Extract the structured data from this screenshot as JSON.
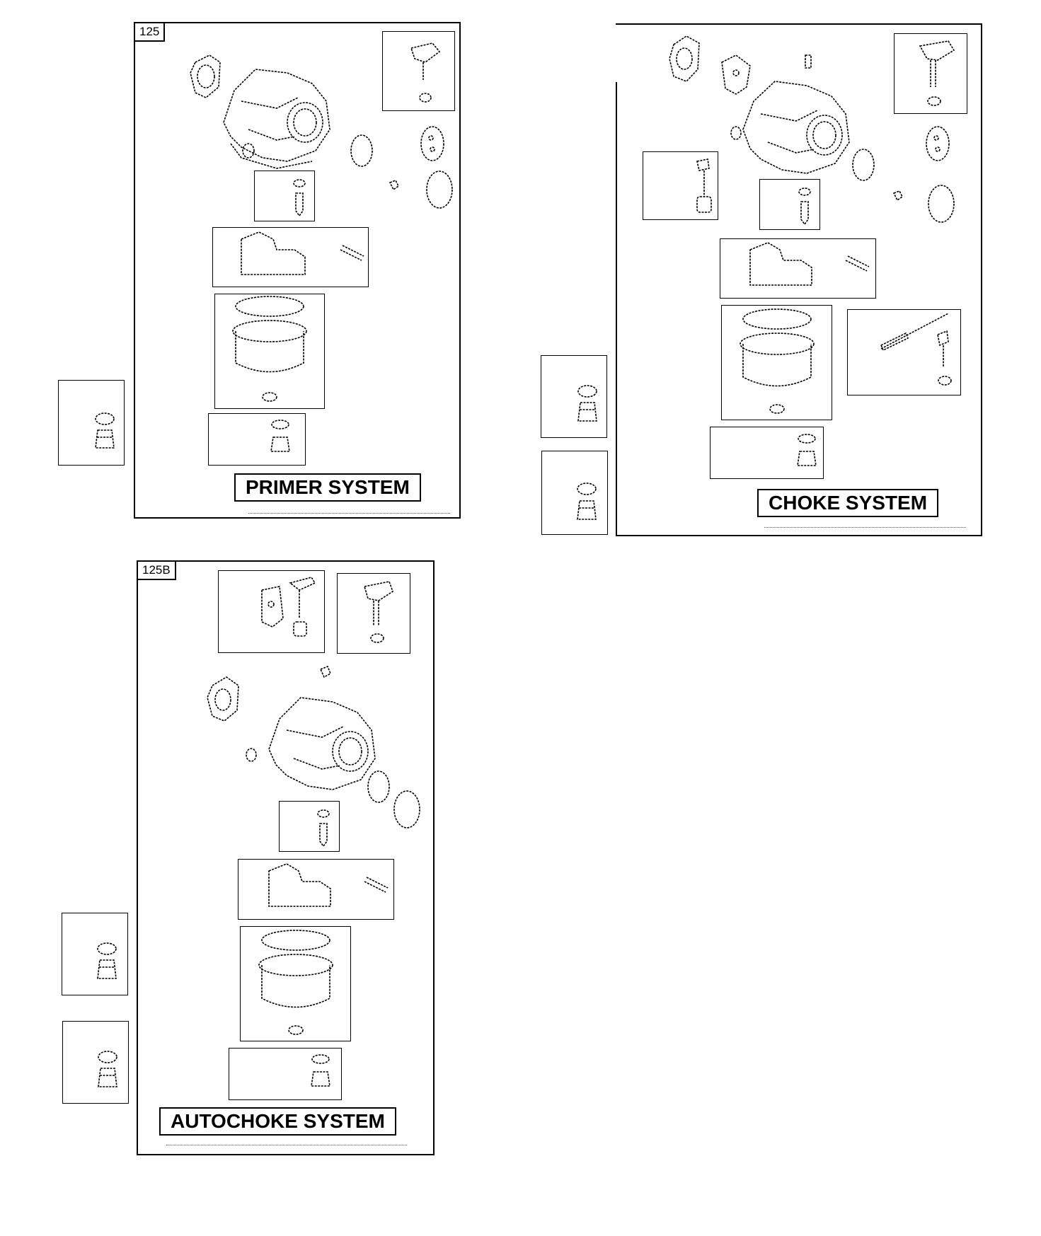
{
  "diagrams": [
    {
      "id": "primer",
      "ref": "125",
      "title": "PRIMER SYSTEM"
    },
    {
      "id": "choke",
      "ref": "",
      "title": "CHOKE SYSTEM"
    },
    {
      "id": "autochoke",
      "ref": "125B",
      "title": "AUTOCHOKE SYSTEM"
    }
  ]
}
